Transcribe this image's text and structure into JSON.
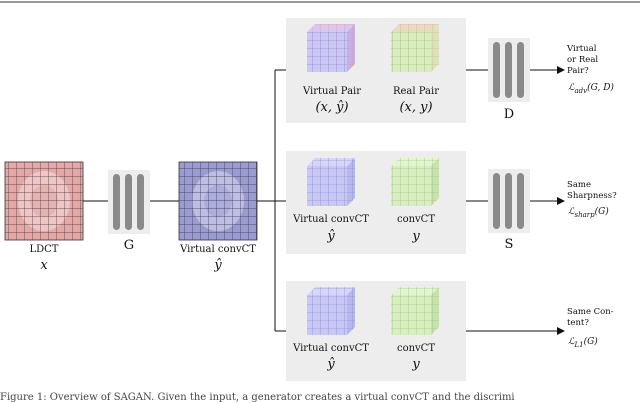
{
  "inputs": {
    "ldct_label": "LDCT",
    "ldct_symbol": "x",
    "generator_label": "G",
    "virtual_label": "Virtual convCT",
    "virtual_symbol": "ŷ"
  },
  "branch_adversarial": {
    "virtual_pair_label": "Virtual Pair",
    "virtual_pair_symbol": "(x, ŷ)",
    "real_pair_label": "Real Pair",
    "real_pair_symbol": "(x, y)",
    "network_label": "D",
    "question_lines": [
      "Virtual",
      "or Real",
      "Pair?"
    ],
    "loss_main": "ℒ",
    "loss_sub": "adv",
    "loss_args": "(G, D)"
  },
  "branch_sharpness": {
    "left_label": "Virtual convCT",
    "left_symbol": "ŷ",
    "right_label": "convCT",
    "right_symbol": "y",
    "network_label": "S",
    "question_lines": [
      "Same",
      "Sharpness?"
    ],
    "loss_main": "ℒ",
    "loss_sub": "sharp",
    "loss_args": "(G)"
  },
  "branch_content": {
    "left_label": "Virtual convCT",
    "left_symbol": "ŷ",
    "right_label": "convCT",
    "right_symbol": "y",
    "question_lines": [
      "Same Con-",
      "tent?"
    ],
    "loss_main": "ℒ",
    "loss_sub": "L1",
    "loss_args": "(G)"
  },
  "caption": "Figure 1: Overview of SAGAN. Given the input, a generator creates a virtual convCT and the discrimi",
  "colors": {
    "panel_bg": "#ededed",
    "ldct_fill": "#e9a6a6",
    "virtual_fill": "#9a9ad6",
    "cube_virtual": "#c8c8f2",
    "cube_real": "#d8eec0",
    "network_bar": "#8a8a8a"
  }
}
